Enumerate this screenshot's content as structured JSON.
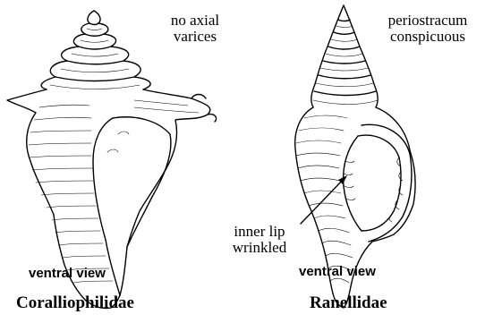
{
  "left_specimen": {
    "note_line1": "no axial",
    "note_line2": "varices",
    "view": "ventral view",
    "family": "Coralliophilidae"
  },
  "right_specimen": {
    "note_line1": "periostracum",
    "note_line2": "conspicuous",
    "pointer_line1": "inner lip",
    "pointer_line2": "wrinkled",
    "view": "ventral view",
    "family": "Ranellidae"
  }
}
